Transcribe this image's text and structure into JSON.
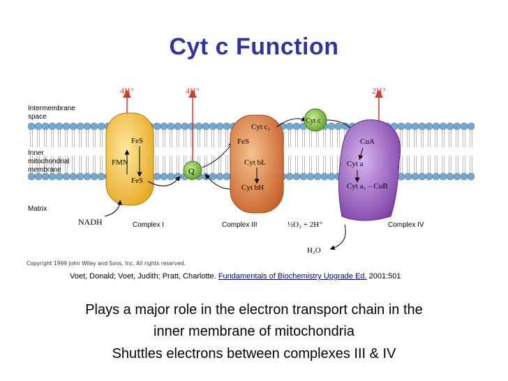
{
  "title": "Cyt c Function",
  "diagram": {
    "regions": {
      "intermembrane_1": "Intermembrane",
      "intermembrane_2": "space",
      "inner_1": "Inner",
      "inner_2": "mitochondrial",
      "inner_3": "membrane",
      "matrix": "Matrix"
    },
    "protons": {
      "p1": "4H⁺",
      "p2": "4H⁺",
      "p3": "2H⁺"
    },
    "complex1": {
      "fes_top": "FeS",
      "fmn": "FMN",
      "fes_bottom": "FeS",
      "label": "Complex I"
    },
    "nadh": "NADH",
    "q": "Q",
    "complex3": {
      "cyt_c1": "Cyt c₁",
      "fes": "FeS",
      "cyt_bl": "Cyt bL",
      "cyt_bh": "Cyt bH",
      "label": "Complex III"
    },
    "cytc": "Cyt c",
    "complex4": {
      "cua": "CuA",
      "cyt_a": "Cyt a",
      "cyt_a3": "Cyt a₃ – CuB",
      "label": "Complex IV"
    },
    "oxygen": "½O₂ + 2H⁺",
    "water": "H₂O",
    "colors": {
      "complex1": "#f2c243",
      "complex3": "#e0803a",
      "complex4": "#9a5cc4",
      "q": "#7dbf3a",
      "cytc": "#5aa830",
      "arrow_red": "#d23b2a",
      "membrane_head": "#7aa8cc"
    }
  },
  "copyright": "Copyright 1999 John Wiley and Sons, Inc. All rights reserved.",
  "citation": {
    "authors": "Voet, Donald; Voet, Judith; Pratt, Charlotte.",
    "book": "Fundamentals of Biochemistry Upgrade Ed.",
    "pages": "2001:501"
  },
  "body": {
    "line1": "Plays a major role in the electron transport chain in the",
    "line2": "inner membrane of mitochondria",
    "line3": "Shuttles electrons between complexes III & IV"
  }
}
